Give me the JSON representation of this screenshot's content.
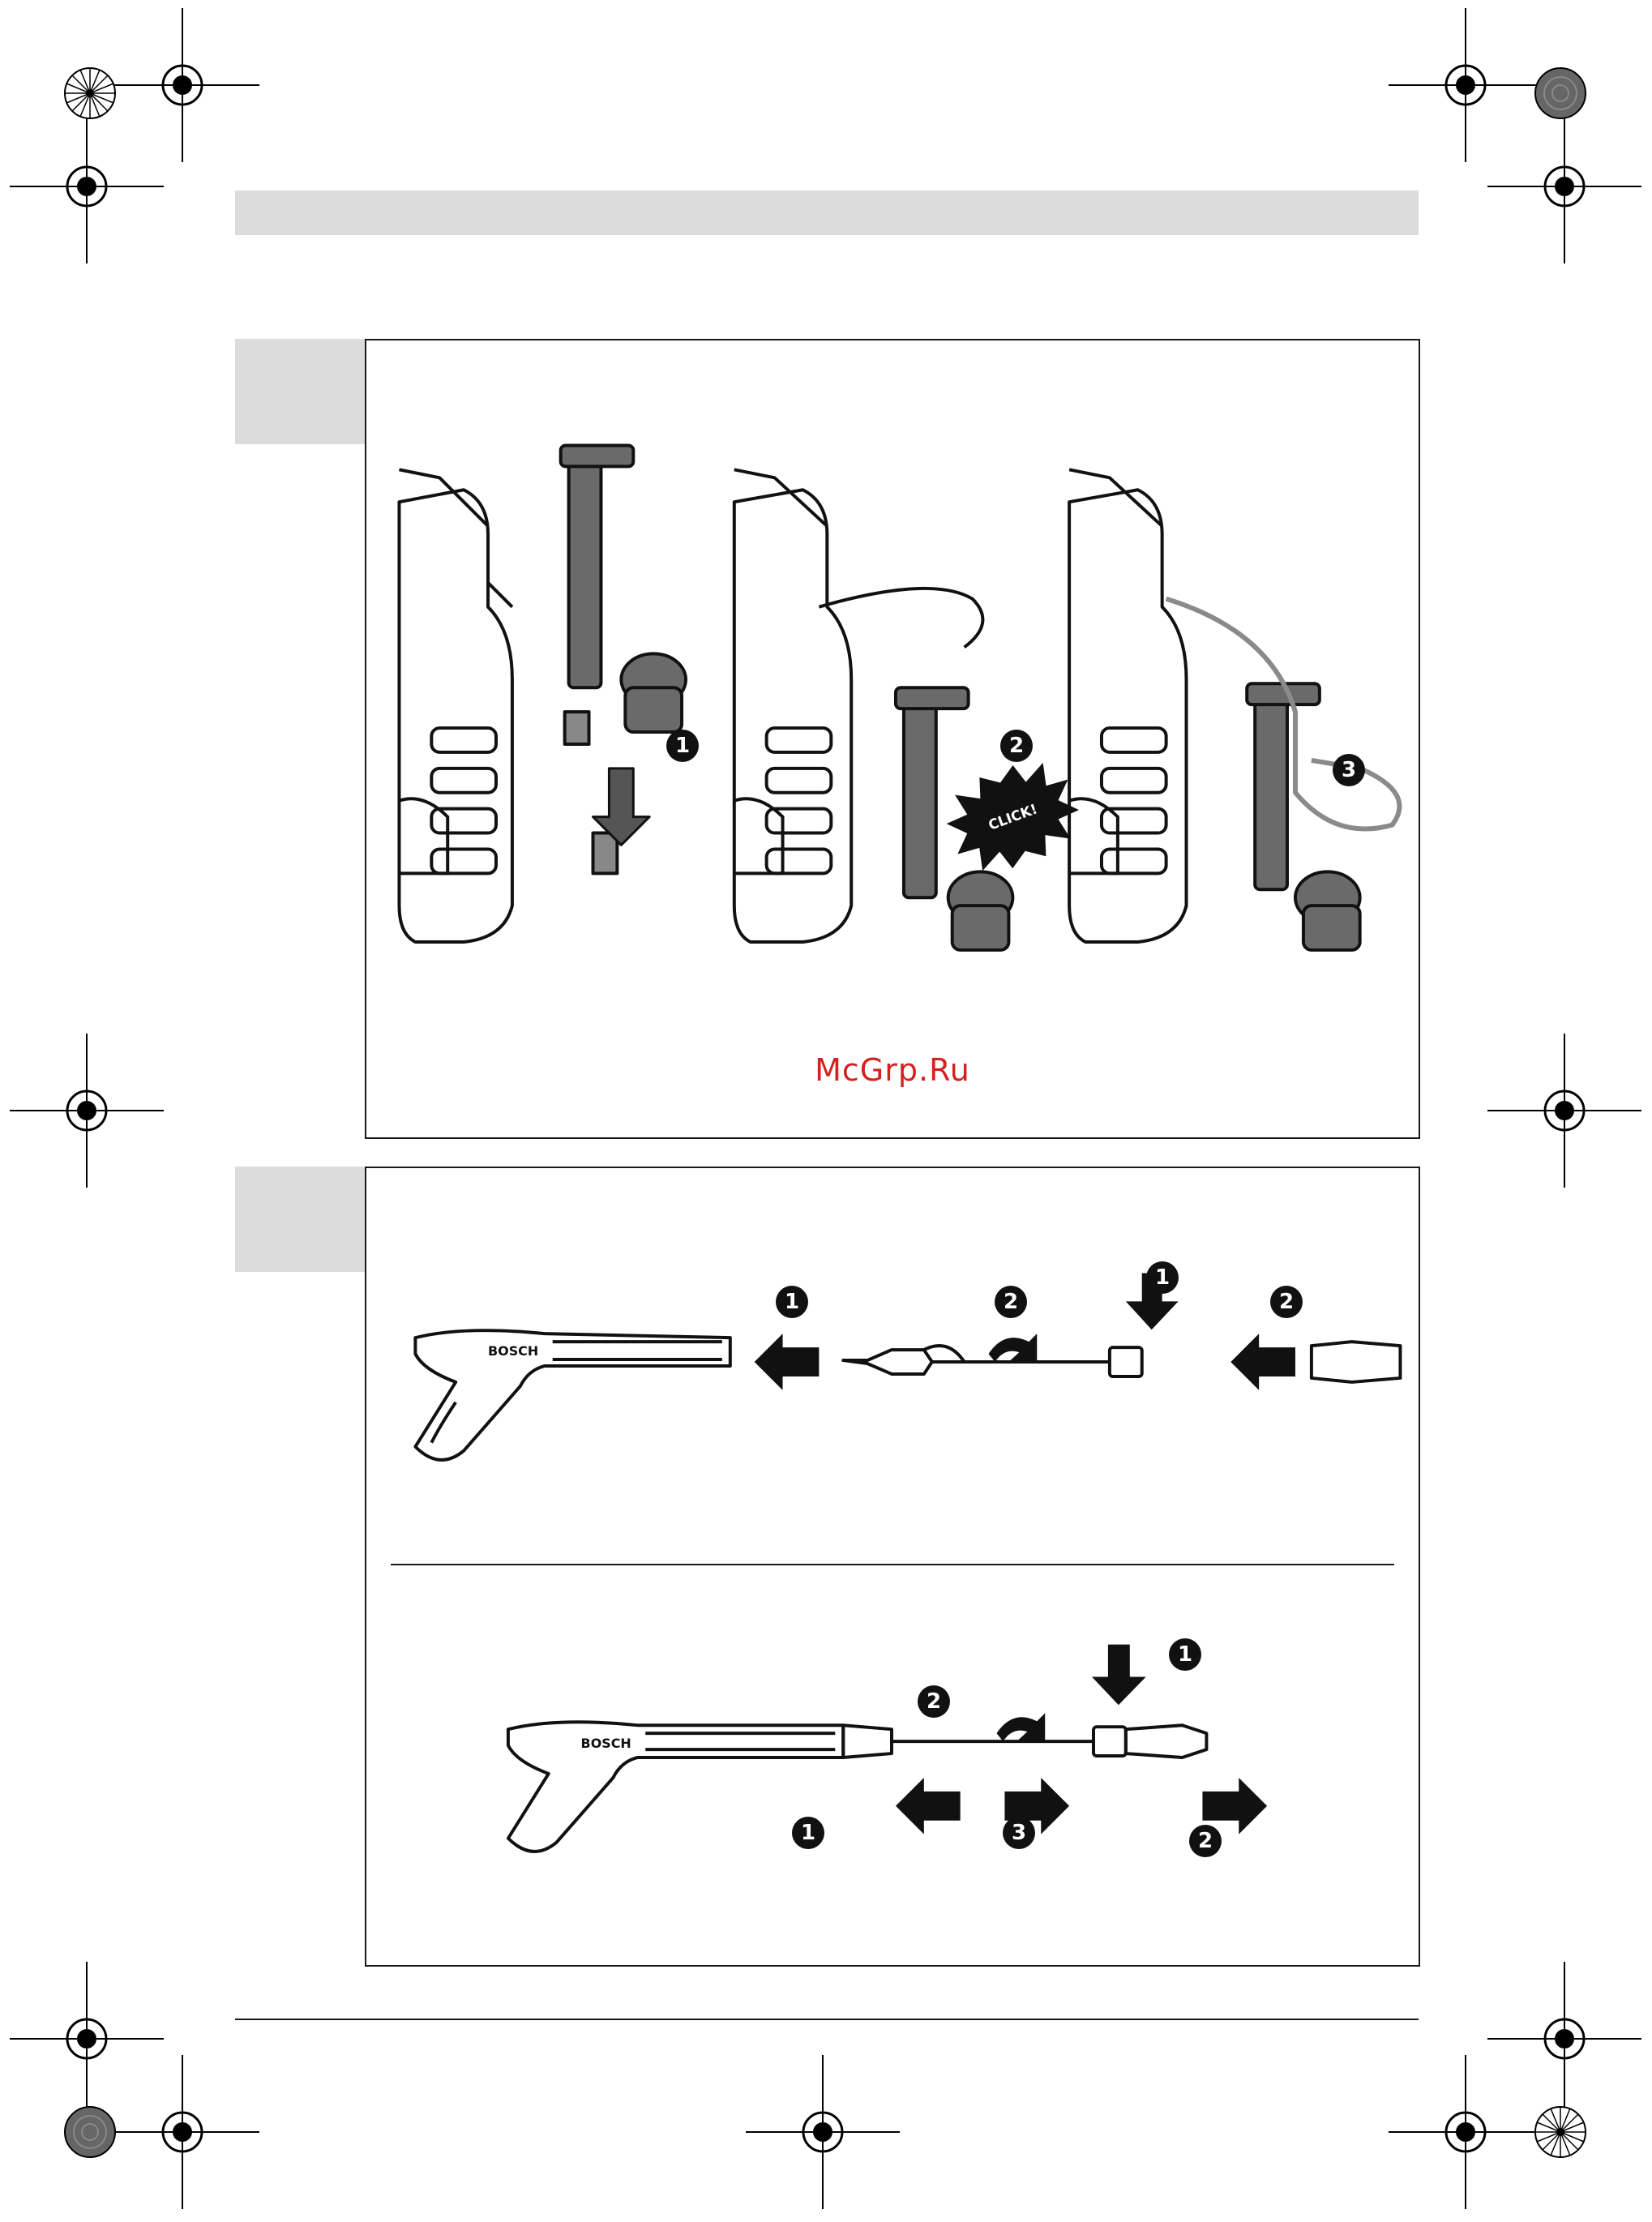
{
  "watermark": "McGrp.Ru",
  "panel1": {
    "step_labels": [
      "1",
      "2",
      "3"
    ],
    "click_label": "CLICK!"
  },
  "panel2": {
    "top_row_steps": [
      "1",
      "2",
      "1",
      "2"
    ],
    "bottom_row_steps": [
      "1",
      "2",
      "1",
      "3",
      "2"
    ],
    "brand_text": "BOSCH"
  },
  "colors": {
    "header_bar": "#dcdcdc",
    "ink": "#111111",
    "watermark": "#d22222",
    "hose_grey": "#8a8a8a"
  },
  "icons": [
    "registration-mark-icon",
    "crosshair-icon",
    "arrow-down-icon",
    "arrow-left-icon",
    "arrow-right-icon",
    "rotate-icon"
  ]
}
